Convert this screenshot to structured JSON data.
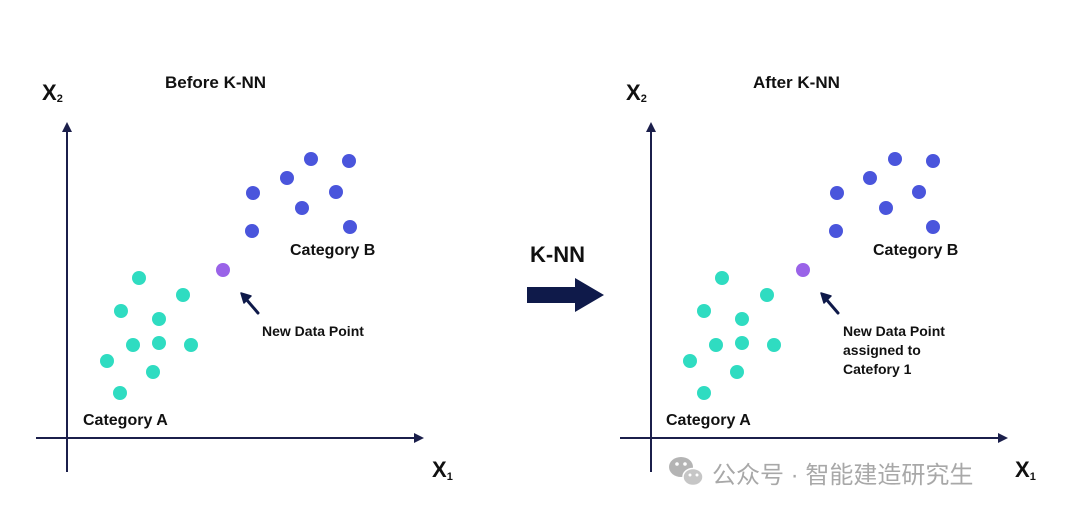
{
  "colors": {
    "axis": "#1b1f4b",
    "category_a": "#2fdcc1",
    "category_b": "#4a55dc",
    "new_point": "#9a63e8",
    "arrow": "#0f1a4a",
    "watermark": "#9a9a9a"
  },
  "knn_label": "K-NN",
  "watermark": "公众号 · 智能建造研究生",
  "panels": [
    {
      "title": "Before K-NN",
      "x_axis_label": "X",
      "x_axis_sub": "1",
      "y_axis_label": "X",
      "y_axis_sub": "2",
      "category_a_label": "Category A",
      "category_b_label": "Category B",
      "new_point_label_lines": [
        "New Data Point"
      ]
    },
    {
      "title": "After K-NN",
      "x_axis_label": "X",
      "x_axis_sub": "1",
      "y_axis_label": "X",
      "y_axis_sub": "2",
      "category_a_label": "Category A",
      "category_b_label": "Category B",
      "new_point_label_lines": [
        "New Data Point",
        "assigned to",
        "Catefory 1"
      ]
    }
  ]
}
